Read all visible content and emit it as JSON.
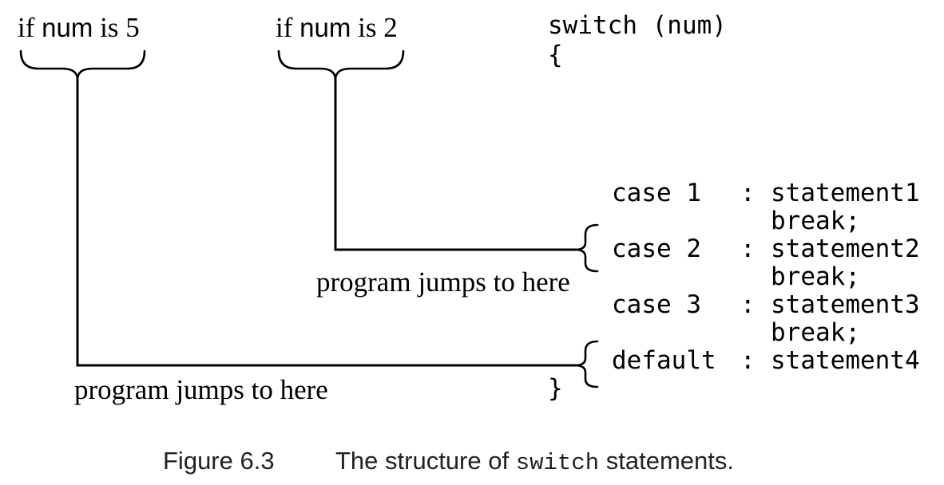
{
  "labels": {
    "left_condition": {
      "prefix": "if ",
      "keyword": "num",
      "suffix": " is 5"
    },
    "mid_condition": {
      "prefix": "if ",
      "keyword": "num",
      "suffix": " is 2"
    },
    "jump_mid": "program jumps to here",
    "jump_left": "program jumps to here"
  },
  "code": {
    "header": "switch (num)",
    "open_brace": "{",
    "close_brace": "}",
    "cases": [
      {
        "label": "case 1",
        "colon": ":",
        "statement": "statement1",
        "break": "break;"
      },
      {
        "label": "case 2",
        "colon": ":",
        "statement": "statement2",
        "break": "break;"
      },
      {
        "label": "case 3",
        "colon": ":",
        "statement": "statement3",
        "break": "break;"
      },
      {
        "label": "default",
        "colon": ":",
        "statement": "statement4"
      }
    ]
  },
  "caption": {
    "figure_number": "Figure 6.3",
    "text_before": "The structure of ",
    "code_word": "switch",
    "text_after": " statements."
  }
}
